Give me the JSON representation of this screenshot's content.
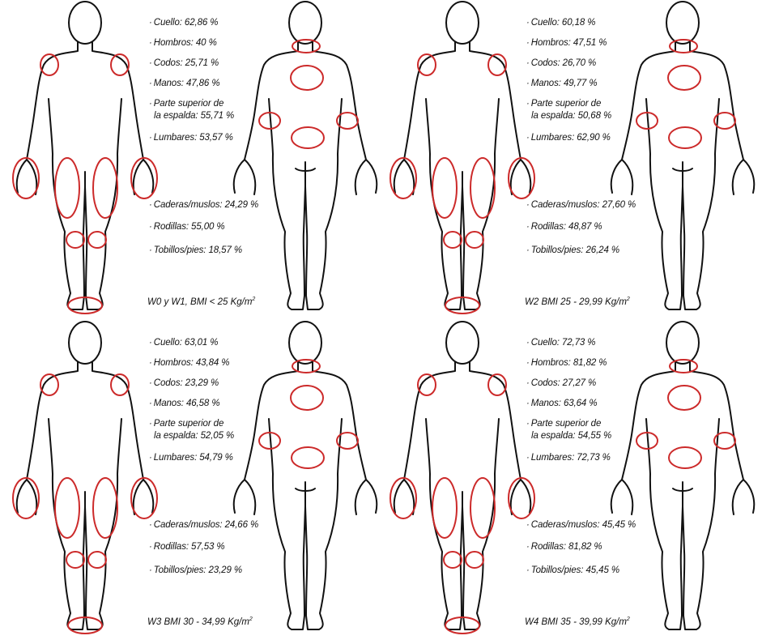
{
  "colors": {
    "outline": "#111111",
    "highlight": "#cc2a2a",
    "background": "#ffffff"
  },
  "panels": [
    {
      "caption": "W0 y W1, BMI < 25 Kg/m",
      "caption_sup": "2",
      "stats": {
        "cuello": "Cuello: 62,86 %",
        "hombros": "Hombros: 40 %",
        "codos": "Codos: 25,71 %",
        "manos": "Manos: 47,86 %",
        "espalda_1": "Parte superior de",
        "espalda_2": "la espalda: 55,71 %",
        "lumbares": "Lumbares: 53,57 %",
        "caderas": "Caderas/muslos: 24,29 %",
        "rodillas": "Rodillas: 55,00 %",
        "tobillos": "Tobillos/pies: 18,57 %"
      }
    },
    {
      "caption": "W2 BMI 25 - 29,99 Kg/m",
      "caption_sup": "2",
      "stats": {
        "cuello": "Cuello: 60,18 %",
        "hombros": "Hombros: 47,51 %",
        "codos": "Codos: 26,70 %",
        "manos": "Manos: 49,77 %",
        "espalda_1": "Parte superior de",
        "espalda_2": "la espalda: 50,68 %",
        "lumbares": "Lumbares: 62,90 %",
        "caderas": "Caderas/muslos: 27,60 %",
        "rodillas": "Rodillas: 48,87 %",
        "tobillos": "Tobillos/pies: 26,24 %"
      }
    },
    {
      "caption": "W3 BMI 30 - 34,99 Kg/m",
      "caption_sup": "2",
      "stats": {
        "cuello": "Cuello: 63,01 %",
        "hombros": "Hombros: 43,84 %",
        "codos": "Codos: 23,29 %",
        "manos": "Manos: 46,58 %",
        "espalda_1": "Parte superior de",
        "espalda_2": "la espalda: 52,05 %",
        "lumbares": "Lumbares: 54,79 %",
        "caderas": "Caderas/muslos: 24,66 %",
        "rodillas": "Rodillas: 57,53 %",
        "tobillos": "Tobillos/pies: 23,29 %"
      }
    },
    {
      "caption": "W4 BMI 35 - 39,99 Kg/m",
      "caption_sup": "2",
      "stats": {
        "cuello": "Cuello: 72,73 %",
        "hombros": "Hombros: 81,82 %",
        "codos": "Codos: 27,27 %",
        "manos": "Manos: 63,64 %",
        "espalda_1": "Parte superior de",
        "espalda_2": "la espalda: 54,55 %",
        "lumbares": "Lumbares: 72,73 %",
        "caderas": "Caderas/muslos: 45,45 %",
        "rodillas": "Rodillas: 81,82 %",
        "tobillos": "Tobillos/pies: 45,45 %"
      }
    }
  ]
}
